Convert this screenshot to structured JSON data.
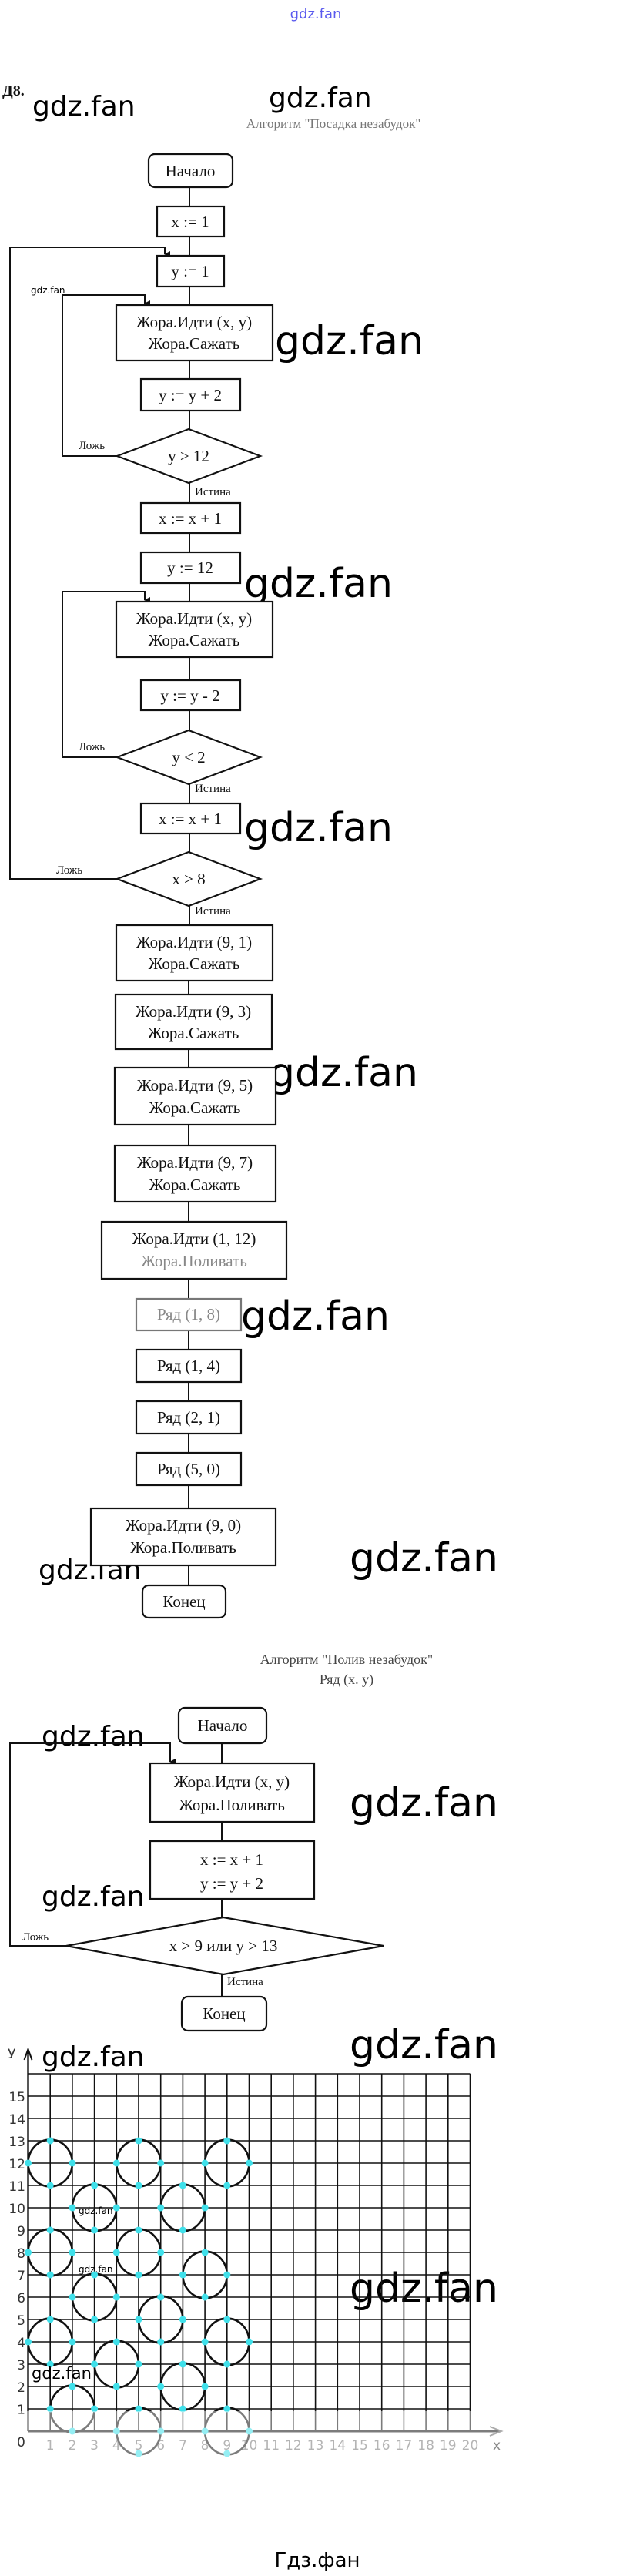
{
  "watermark_top": "gdz.fan",
  "watermark": "gdz.fan",
  "task_label": "Д8.",
  "algo1": {
    "title": "Алгоритм \"Посадка незабудок\"",
    "start": "Начало",
    "x_init": "x := 1",
    "y_init": "y := 1",
    "body1": [
      "Жора.Идти (x, y)",
      "Жора.Сажать"
    ],
    "y_inc": "y := y + 2",
    "cond1": "y > 12",
    "x_inc1": "x := x + 1",
    "y_set12": "y := 12",
    "body2": [
      "Жора.Идти (x, y)",
      "Жора.Сажать"
    ],
    "y_dec": "y := y - 2",
    "cond2": "y < 2",
    "x_inc2": "x := x + 1",
    "cond3": "x > 8",
    "false_label": "Ложь",
    "true_label": "Истина",
    "plant_9_1": [
      "Жора.Идти (9, 1)",
      "Жора.Сажать"
    ],
    "plant_9_3": [
      "Жора.Идти (9, 3)",
      "Жора.Сажать"
    ],
    "plant_9_5": [
      "Жора.Идти (9, 5)",
      "Жора.Сажать"
    ],
    "plant_9_7": [
      "Жора.Идти (9, 7)",
      "Жора.Сажать"
    ],
    "water_1_12": [
      "Жора.Идти (1, 12)",
      "Жора.Поливать"
    ],
    "rows": [
      "Ряд (1, 8)",
      "Ряд (1, 4)",
      "Ряд (2, 1)",
      "Ряд (5, 0)"
    ],
    "water_9_0": [
      "Жора.Идти (9, 0)",
      "Жора.Поливать"
    ],
    "end": "Конец"
  },
  "algo2": {
    "title": "Алгоритм \"Полив незабудок\"",
    "subtitle": "Ряд (x. y)",
    "start": "Начало",
    "body": [
      "Жора.Идти (x, y)",
      "Жора.Поливать"
    ],
    "inc": [
      "x := x + 1",
      "y := y + 2"
    ],
    "cond": "x > 9 или y > 13",
    "false_label": "Ложь",
    "true_label": "Истина",
    "end": "Конец"
  },
  "grid": {
    "x_axis_label": "x",
    "y_axis_label": "У",
    "origin_label": "0",
    "xlim": [
      0,
      20
    ],
    "ylim": [
      0,
      16
    ],
    "x_ticks": [
      1,
      2,
      3,
      4,
      5,
      6,
      7,
      8,
      9,
      10,
      11,
      12,
      13,
      14,
      15,
      16,
      17,
      18,
      19,
      20
    ],
    "y_ticks": [
      1,
      2,
      3,
      4,
      5,
      6,
      7,
      8,
      9,
      10,
      11,
      12,
      13,
      14,
      15
    ],
    "circle_radius": 1,
    "circles": [
      [
        1,
        12
      ],
      [
        5,
        12
      ],
      [
        9,
        12
      ],
      [
        3,
        10
      ],
      [
        7,
        10
      ],
      [
        1,
        8
      ],
      [
        5,
        8
      ],
      [
        8,
        7
      ],
      [
        3,
        6
      ],
      [
        6,
        5
      ],
      [
        1,
        4
      ],
      [
        9,
        4
      ],
      [
        4,
        3
      ],
      [
        7,
        2
      ],
      [
        2,
        1
      ],
      [
        5,
        0
      ],
      [
        9,
        0
      ]
    ],
    "circle_color": "#111111",
    "marker_color": "#3fe0ea"
  },
  "footer": "Гдз.фан"
}
